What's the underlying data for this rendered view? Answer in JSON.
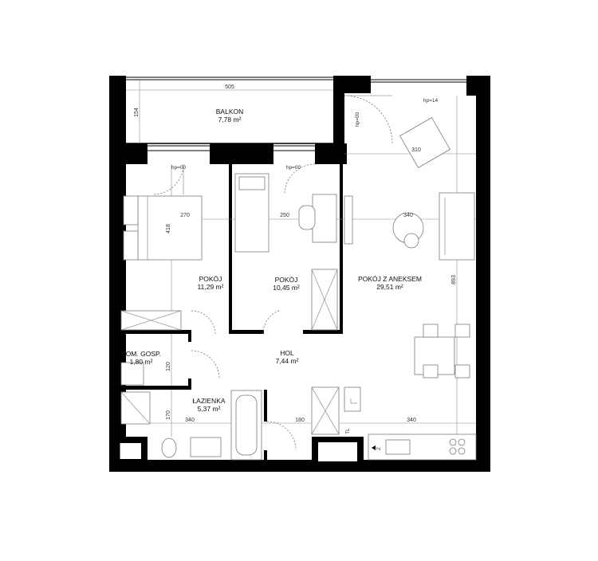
{
  "rooms": {
    "balkon": {
      "name": "BALKON",
      "area": "7,78 m²"
    },
    "pokoj1": {
      "name": "POKÓJ",
      "area": "11,29 m²"
    },
    "pokoj2": {
      "name": "POKÓJ",
      "area": "10,45 m²"
    },
    "pokoj3": {
      "name": "POKÓJ Z ANEKSEM",
      "area": "29,51 m²"
    },
    "hol": {
      "name": "HOL",
      "area": "7,44 m²"
    },
    "pom_gosp": {
      "name": "POM. GOSP.",
      "area": "1,80 m²"
    },
    "lazienka": {
      "name": "ŁAZIENKA",
      "area": "5,37 m²"
    }
  },
  "dimensions": {
    "balcony_width": "505",
    "balcony_depth": "154",
    "living_top": "310",
    "bedroom1_width": "270",
    "bedroom2_width": "250",
    "living_width": "340",
    "bedroom1_depth": "418",
    "living_depth": "893",
    "pom_gosp_depth": "120",
    "bath_depth": "170",
    "bottom_left": "340",
    "bottom_mid": "180",
    "bottom_right": "340"
  },
  "heights": {
    "window_balcony_door": "hp=00",
    "window_living": "hp=14",
    "window_bedroom1": "hp=00",
    "window_bedroom2": "hp=00"
  },
  "markers": {
    "vent": "TL",
    "kitchen": "Z"
  }
}
